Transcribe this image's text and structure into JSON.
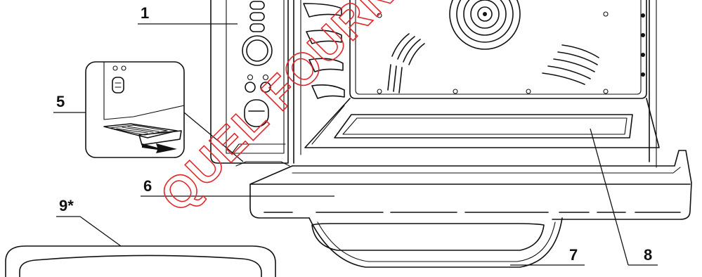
{
  "figure": {
    "callouts": [
      {
        "key": "1",
        "label": "1"
      },
      {
        "key": "5",
        "label": "5"
      },
      {
        "key": "6",
        "label": "6"
      },
      {
        "key": "7",
        "label": "7"
      },
      {
        "key": "8",
        "label": "8"
      },
      {
        "key": "9",
        "label": "9*"
      }
    ],
    "watermark": "QUEL FOURN"
  },
  "colors": {
    "line": "#111111",
    "watermark": "#e02a2a",
    "background": "#ffffff"
  }
}
